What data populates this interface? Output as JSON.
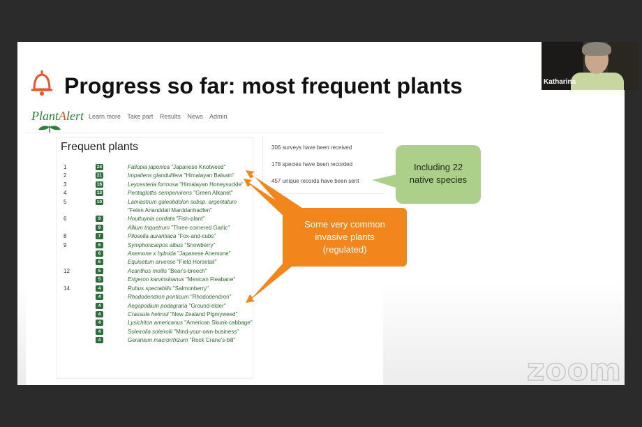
{
  "slide": {
    "title": "Progress so far: most frequent plants"
  },
  "site": {
    "logo": {
      "text_before": "Plant",
      "text_accent": "A",
      "text_after": "lert"
    },
    "nav": [
      "Learn more",
      "Take part",
      "Results",
      "News",
      "Admin"
    ],
    "panel_title": "Frequent plants",
    "stats": [
      "306 surveys have been received",
      "178 species have been recorded",
      "457 unique records have been sent"
    ],
    "plants": [
      {
        "rank": "1",
        "count": "24",
        "latin": "Fallopia japonica",
        "common": "\"Japanese Knotweed\""
      },
      {
        "rank": "2",
        "count": "21",
        "latin": "Impatiens glandulifera",
        "common": "\"Himalayan Balsam\""
      },
      {
        "rank": "3",
        "count": "16",
        "latin": "Leycesteria formosa",
        "common": "\"Himalayan Honeysuckle\""
      },
      {
        "rank": "4",
        "count": "13",
        "latin": "Pentaglottis sempervirens",
        "common": "\"Green Alkanet\""
      },
      {
        "rank": "5",
        "count": "10",
        "latin": "Lamiastrum galeobdolon subsp. argentatum",
        "common": "\"Felen Arianddail Marddanhadlen\""
      },
      {
        "rank": "6",
        "count": "9",
        "latin": "Houttuynia cordata",
        "common": "\"Fish-plant\""
      },
      {
        "rank": "",
        "count": "9",
        "latin": "Allium triquetrum",
        "common": "\"Three-cornered Garlic\""
      },
      {
        "rank": "8",
        "count": "7",
        "latin": "Pilosella aurantiaca",
        "common": "\"Fox-and-cubs\""
      },
      {
        "rank": "9",
        "count": "6",
        "latin": "Symphoricarpos albus",
        "common": "\"Snowberry\""
      },
      {
        "rank": "",
        "count": "6",
        "latin": "Anemone x hybrida",
        "common": "\"Japanese Anemone\""
      },
      {
        "rank": "",
        "count": "6",
        "latin": "Equisetum arvense",
        "common": "\"Field Horsetail\""
      },
      {
        "rank": "12",
        "count": "5",
        "latin": "Acanthus mollis",
        "common": "\"Bear's-breech\""
      },
      {
        "rank": "",
        "count": "5",
        "latin": "Erigeron karvinskianus",
        "common": "\"Mexican Fleabane\""
      },
      {
        "rank": "14",
        "count": "4",
        "latin": "Rubus spectabilis",
        "common": "\"Salmonberry\""
      },
      {
        "rank": "",
        "count": "4",
        "latin": "Rhododendron ponticum",
        "common": "\"Rhododendron\""
      },
      {
        "rank": "",
        "count": "4",
        "latin": "Aegopodium podagraria",
        "common": "\"Ground-elder\""
      },
      {
        "rank": "",
        "count": "4",
        "latin": "Crassula helmsii",
        "common": "\"New Zealand Pigmyweed\""
      },
      {
        "rank": "",
        "count": "4",
        "latin": "Lysichiton americanus",
        "common": "\"American Skunk-cabbage\""
      },
      {
        "rank": "",
        "count": "4",
        "latin": "Soleirolia soleirolii",
        "common": "\"Mind-your-own-business\""
      },
      {
        "rank": "",
        "count": "4",
        "latin": "Geranium macrorrhizum",
        "common": "\"Rock Crane's-bill\""
      }
    ]
  },
  "callouts": {
    "green": [
      "Including 22",
      "native species"
    ],
    "orange": [
      "Some very common",
      "invasive plants",
      "(regulated)"
    ]
  },
  "colors": {
    "accent_green": "#2e6e3c",
    "callout_green": "#acd08a",
    "callout_orange": "#f2851c",
    "logo_accent": "#e0552a"
  },
  "video": {
    "participant": "Katharina"
  },
  "watermark": "zoom"
}
